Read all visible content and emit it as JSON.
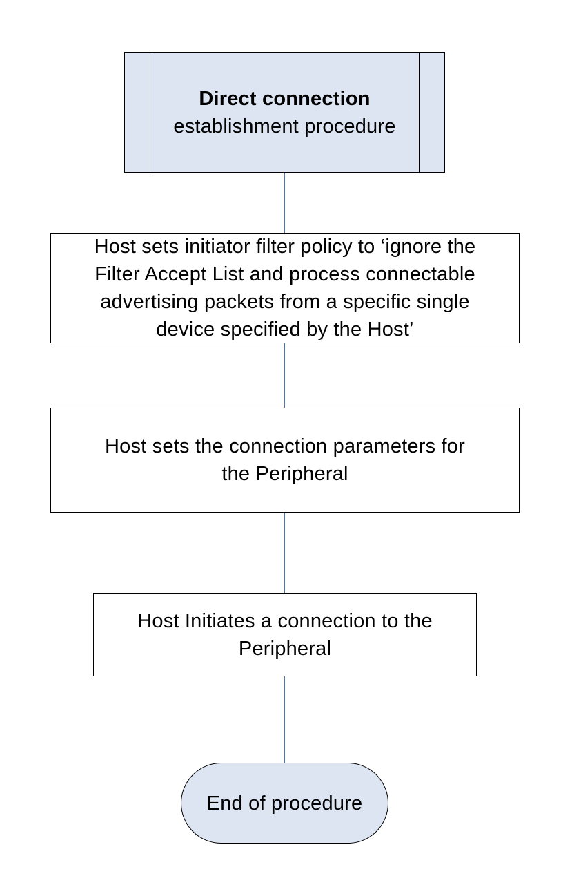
{
  "flowchart": {
    "start": {
      "title": "Direct connection",
      "subtitle": "establishment procedure"
    },
    "steps": [
      {
        "lines": [
          "Host sets initiator filter policy to ‘ignore the",
          "Filter Accept List and process connectable",
          "advertising packets from a specific single",
          "device specified by the Host’"
        ]
      },
      {
        "lines": [
          "Host sets the connection parameters for",
          "the Peripheral"
        ]
      },
      {
        "lines": [
          "Host Initiates a connection to the",
          "Peripheral"
        ]
      }
    ],
    "end": {
      "label": "End of procedure"
    }
  },
  "colors": {
    "shape_fill": "#dde5f2",
    "connector": "#4a7ab5",
    "border": "#000000"
  }
}
